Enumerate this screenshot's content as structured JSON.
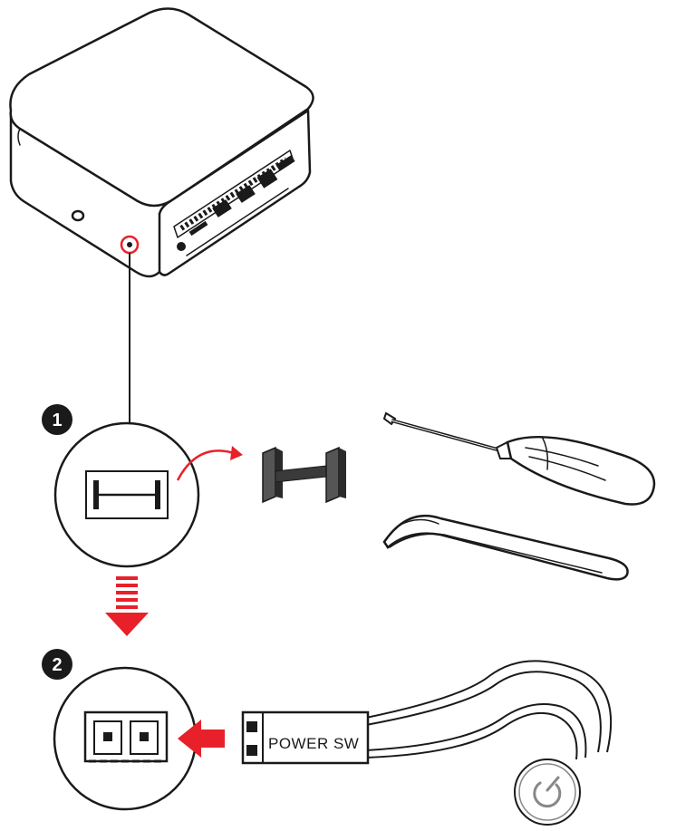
{
  "steps": [
    {
      "number": "1"
    },
    {
      "number": "2"
    }
  ],
  "connector": {
    "label": "POWER SW"
  },
  "colors": {
    "accent": "#e8202a",
    "ink": "#1a1a1a",
    "background": "#ffffff"
  },
  "icons": [
    "mini-pc-icon",
    "jumper-cap-icon",
    "screwdriver-icon",
    "tweezers-icon",
    "power-switch-icon"
  ]
}
